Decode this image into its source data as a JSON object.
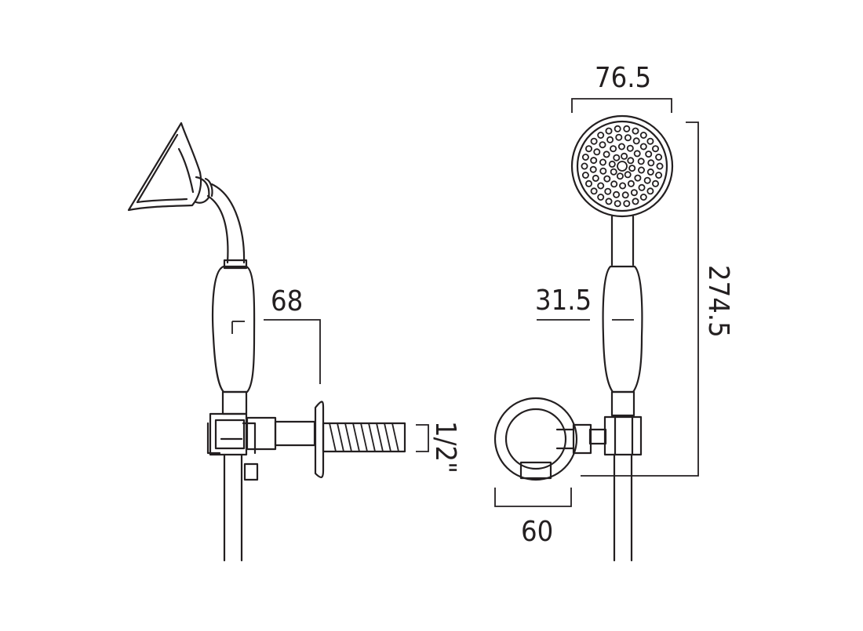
{
  "diagram": {
    "dimensions": {
      "head_diameter": "76.5",
      "total_height": "274.5",
      "projection": "68",
      "handle_diameter": "31.5",
      "thread_size": "1/2\"",
      "outlet_width": "60"
    },
    "colors": {
      "line": "#231f20",
      "background": "#ffffff"
    }
  }
}
